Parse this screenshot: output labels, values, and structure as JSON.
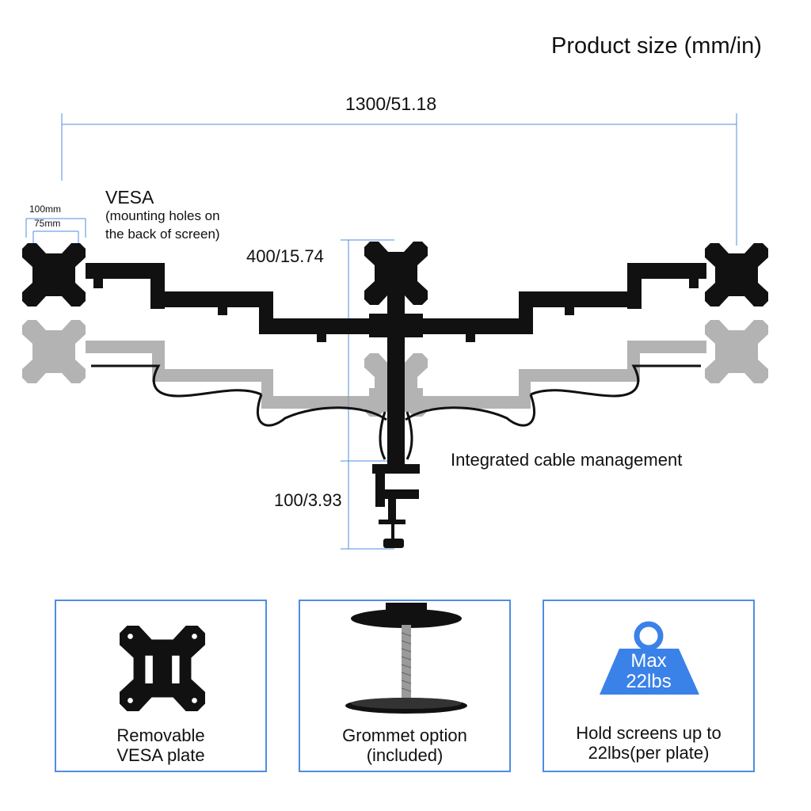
{
  "title": "Product size (mm/in)",
  "dimensions": {
    "width": "1300/51.18",
    "height": "400/15.74",
    "clamp": "100/3.93",
    "vesa_outer": "100mm",
    "vesa_inner": "75mm"
  },
  "vesa": {
    "title": "VESA",
    "desc_line1": "(mounting holes on",
    "desc_line2": "the back of screen)"
  },
  "cable_label": "Integrated cable management",
  "features": [
    {
      "line1": "Removable",
      "line2": "VESA plate"
    },
    {
      "line1": "Grommet option",
      "line2": "(included)"
    },
    {
      "line1": "Hold screens up to",
      "line2": "22lbs(per plate)"
    }
  ],
  "weight_badge": {
    "line1": "Max",
    "line2": "22lbs"
  },
  "colors": {
    "dimension_line": "#4f8de0",
    "panel_border": "#4f8de0",
    "weight_badge": "#3a82e8",
    "arm": "#111111",
    "arm_ghost": "#9a9a9a"
  }
}
